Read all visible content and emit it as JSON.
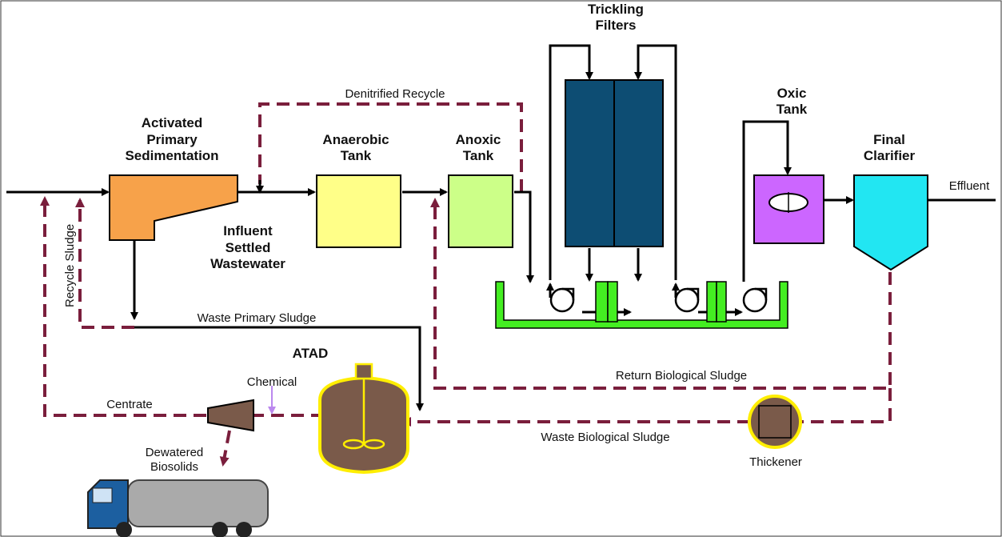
{
  "labels": {
    "trickling_filters_1": "Trickling",
    "trickling_filters_2": "Filters",
    "denitrified_recycle": "Denitrified Recycle",
    "activated_1": "Activated",
    "activated_2": "Primary",
    "activated_3": "Sedimentation",
    "anaerobic_1": "Anaerobic",
    "anaerobic_2": "Tank",
    "anoxic_1": "Anoxic",
    "anoxic_2": "Tank",
    "oxic_1": "Oxic",
    "oxic_2": "Tank",
    "final_1": "Final",
    "final_2": "Clarifier",
    "effluent": "Effluent",
    "influent_1": "Influent",
    "influent_2": "Settled",
    "influent_3": "Wastewater",
    "recycle_sludge": "Recycle Sludge",
    "waste_primary_sludge": "Waste Primary Sludge",
    "atad": "ATAD",
    "chemical": "Chemical",
    "centrate": "Centrate",
    "return_biological_sludge": "Return Biological Sludge",
    "waste_biological_sludge": "Waste Biological Sludge",
    "dewatered_1": "Dewatered",
    "dewatered_2": "Biosolids",
    "thickener": "Thickener"
  },
  "colors": {
    "primary_sedimentation": "#f7a24a",
    "anaerobic_tank": "#ffff88",
    "anoxic_tank": "#ccff88",
    "trickling_filters": "#0d4d73",
    "channel": "#44ee22",
    "oxic_tank": "#cc66ff",
    "final_clarifier": "#22e6f2",
    "sludge_line": "#7a1e3c",
    "atad": "#7a5a4a",
    "atad_outline": "#ffee00",
    "chemical_arrow": "#bb88ee"
  }
}
